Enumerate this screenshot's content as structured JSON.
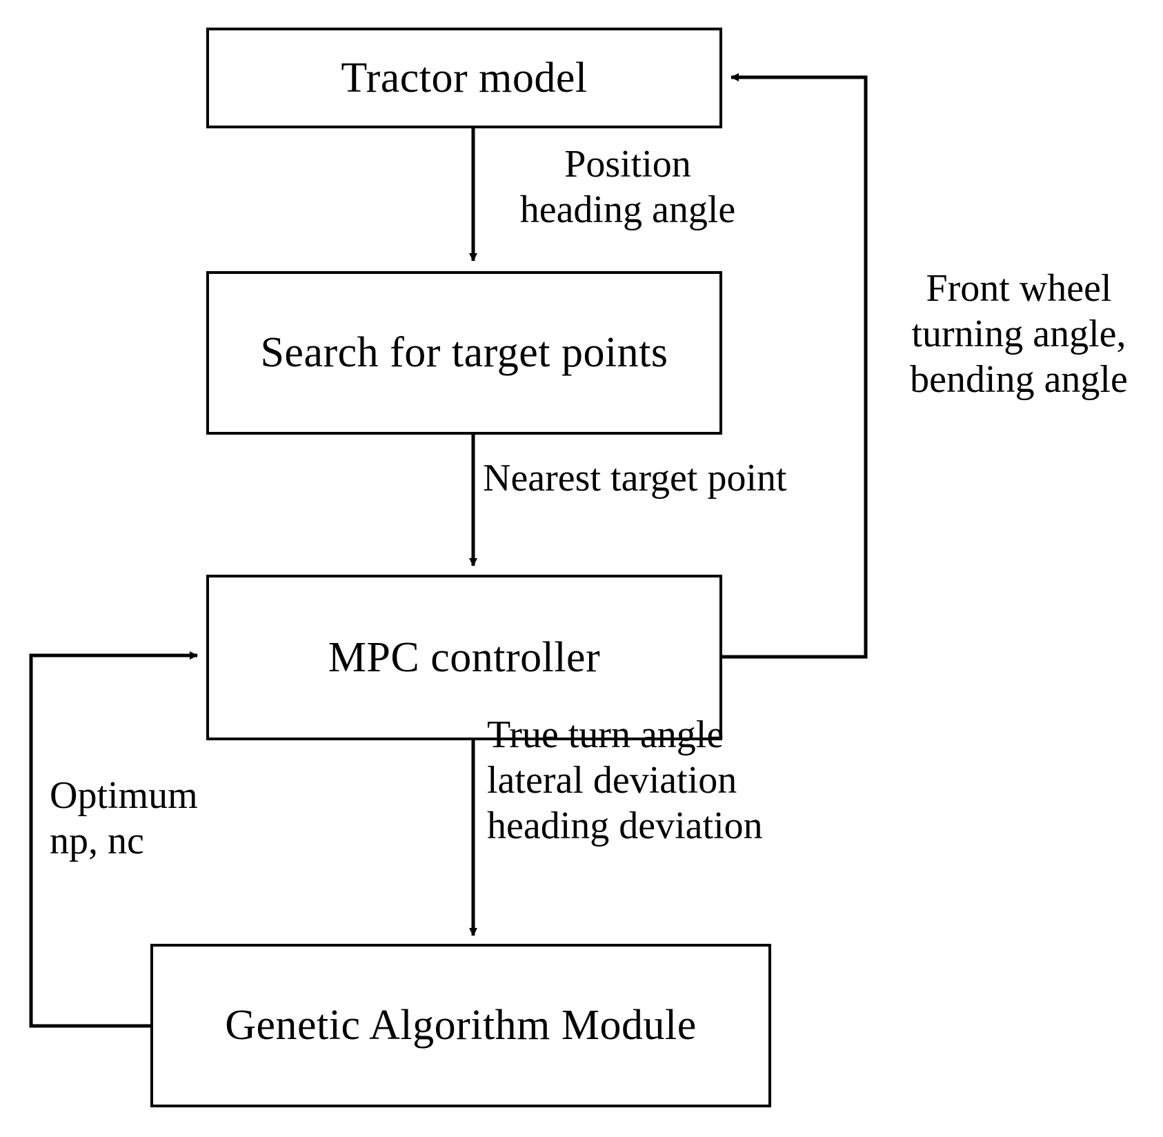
{
  "diagram": {
    "title_present": false,
    "stroke_color": "#000000",
    "background_color": "#ffffff",
    "nodes": [
      {
        "id": "tractor-model",
        "label": "Tractor model"
      },
      {
        "id": "search-target",
        "label": "Search for target points"
      },
      {
        "id": "mpc-controller",
        "label": "MPC controller"
      },
      {
        "id": "genetic-module",
        "label": "Genetic Algorithm Module"
      }
    ],
    "edge_labels": {
      "position_heading": "Position\nheading angle",
      "nearest_target": "Nearest target point",
      "front_wheel": "Front wheel\nturning angle,\nbending angle",
      "true_turn": "True turn angle\nlateral deviation\nheading deviation",
      "optimum": "Optimum\nnp, nc"
    }
  }
}
